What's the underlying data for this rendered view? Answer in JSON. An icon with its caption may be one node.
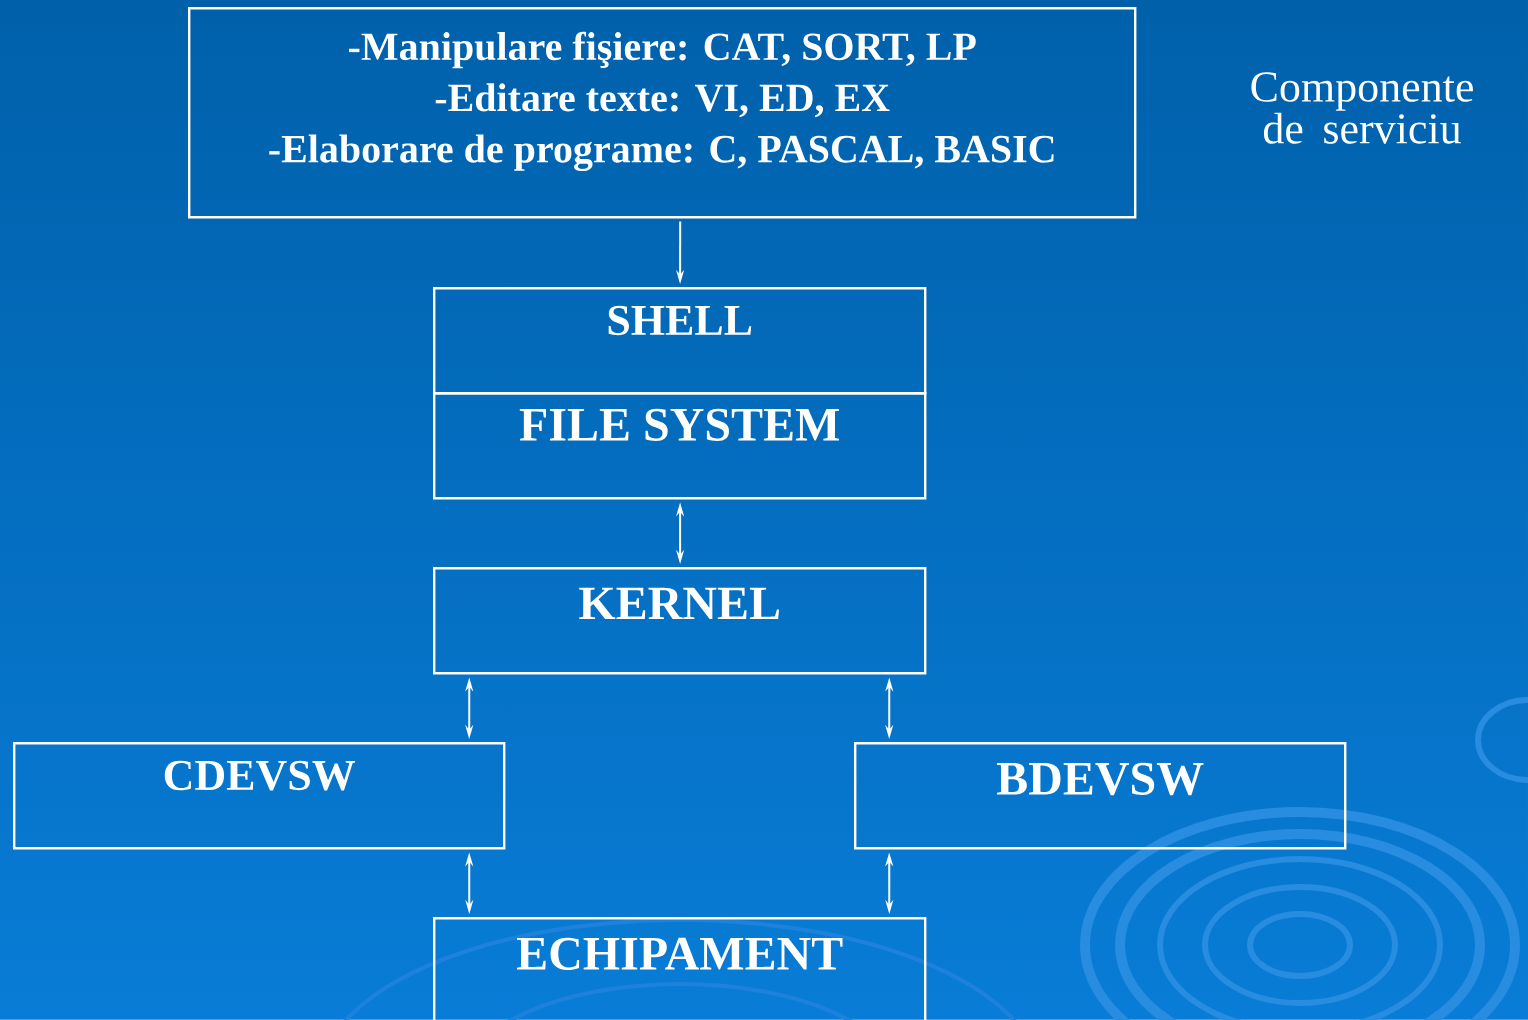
{
  "diagram": {
    "nodes": [
      {
        "text": [
          "-Manipulare fişiere: CAT, SORT, LP",
          "-Editare texte: VI, ED, EX",
          "-Elaborare de programe: C, PASCAL, BASIC"
        ]
      },
      {
        "text": [
          "SHELL"
        ]
      },
      {
        "text": [
          "FILE SYSTEM"
        ]
      },
      {
        "text": [
          "KERNEL"
        ]
      },
      {
        "text": [
          "CDEVSW"
        ]
      },
      {
        "text": [
          "BDEVSW"
        ]
      },
      {
        "text": [
          "ECHIPAMENT"
        ]
      }
    ],
    "edges": [
      {
        "from": 0,
        "to": 1,
        "arrow": "to"
      },
      {
        "from": 2,
        "to": 3,
        "arrow": "both"
      },
      {
        "from": 3,
        "to": 4,
        "arrow": "both"
      },
      {
        "from": 3,
        "to": 5,
        "arrow": "both"
      },
      {
        "from": 4,
        "to": 6,
        "arrow": "both"
      },
      {
        "from": 5,
        "to": 6,
        "arrow": "both"
      }
    ],
    "labels": [
      "Componente de serviciu"
    ]
  }
}
